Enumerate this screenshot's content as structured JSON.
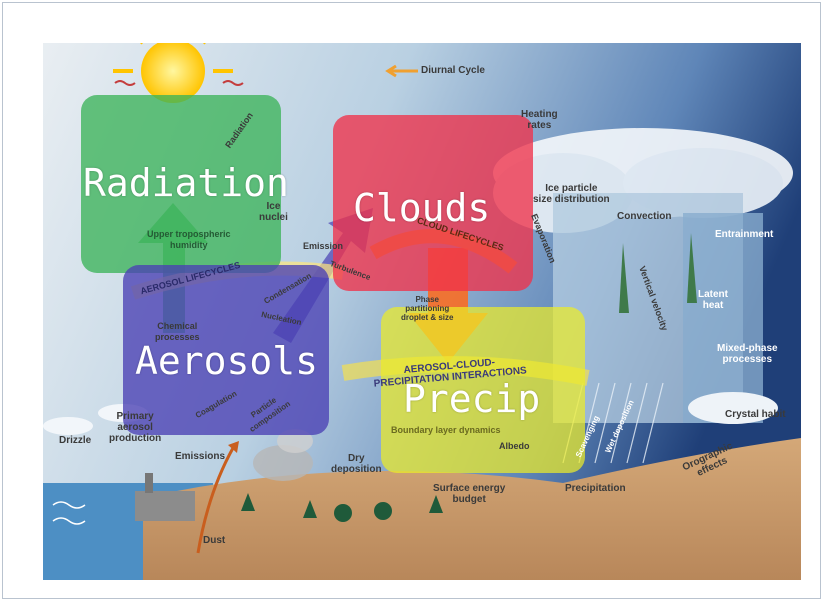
{
  "boxes": {
    "radiation": "Radiation",
    "clouds": "Clouds",
    "aerosols": "Aerosols",
    "precip": "Precip"
  },
  "labels": {
    "diurnal_cycle": "Diurnal Cycle",
    "heating_rates": "Heating\nrates",
    "radiation": "Radiation",
    "ice_particle": "Ice particle\nsize distribution",
    "ice_nuclei": "Ice\nnuclei",
    "upper_humidity": "Upper tropospheric\nhumidity",
    "emission": "Emission",
    "cloud_lifecycles": "CLOUD LIFECYCLES",
    "aerosol_lifecycles": "AEROSOL LIFECYCLES",
    "evaporation": "Evaporation",
    "convection": "Convection",
    "entrainment": "Entrainment",
    "vertical_velocity": "Vertical velocity",
    "latent_heat": "Latent\nheat",
    "turbulence": "Turbulence",
    "condensation": "Condensation",
    "nucleation": "Nucleation",
    "phase_partitioning": "Phase\npartitioning\ndroplet & size",
    "chemical_processes": "Chemical\nprocesses",
    "coagulation": "Coagulation",
    "particle_composition": "Particle\ncomposition",
    "aerosol_cloud_interactions": "AEROSOL-CLOUD-\nPRECIPITATION INTERACTIONS",
    "mixed_phase": "Mixed-phase\nprocesses",
    "crystal_habit": "Crystal habit",
    "primary_aerosol": "Primary\naerosol\nproduction",
    "drizzle": "Drizzle",
    "emissions": "Emissions",
    "boundary_layer": "Boundary layer dynamics",
    "albedo": "Albedo",
    "scavenging": "Scavenging",
    "wet_deposition": "Wet deposition",
    "dry_deposition": "Dry\ndeposition",
    "surface_energy": "Surface energy\nbudget",
    "precipitation": "Precipitation",
    "orographic_effects": "Orographic\neffects",
    "dust": "Dust"
  },
  "colors": {
    "radiation_box": "#3cb45a",
    "clouds_box": "#f0324a",
    "aerosols_box": "#4a40b4",
    "precip_box": "#e6e628",
    "arrow_orange": "#ff6a1a",
    "sky_top": "#1f3f78",
    "sky_mid": "#8fb6d8",
    "ground": "#c89a6a"
  }
}
